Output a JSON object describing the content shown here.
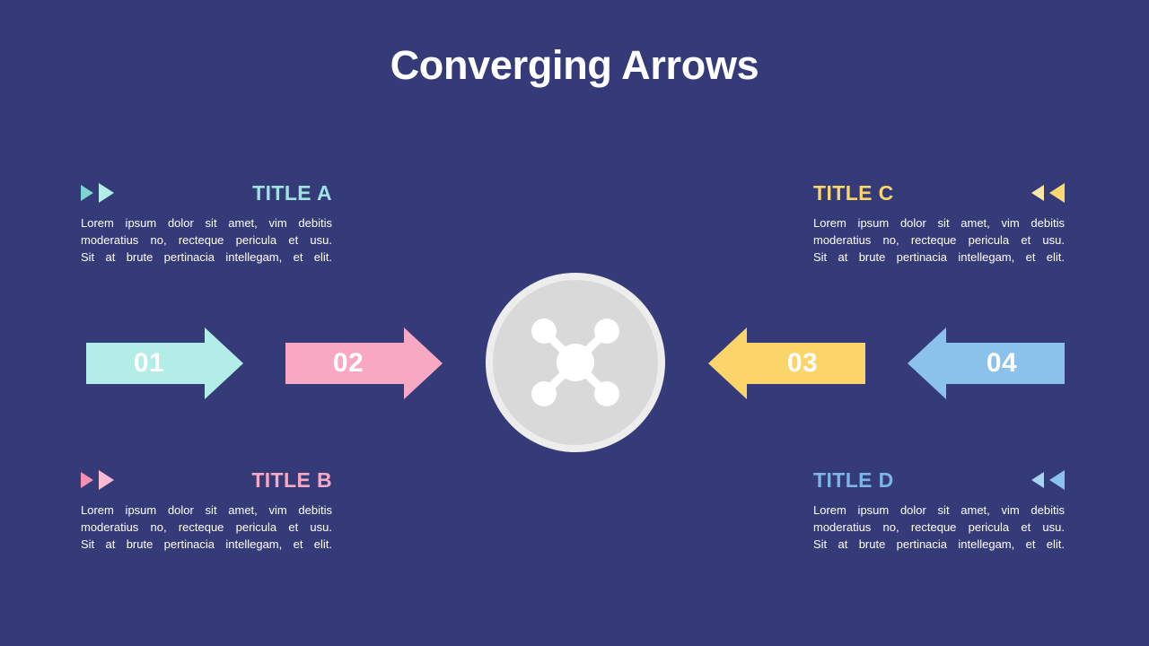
{
  "slide": {
    "title": "Converging Arrows",
    "background_color": "#343B78",
    "title_color": "#FFFFFF"
  },
  "center": {
    "icon": "network-hub-icon",
    "circle_fill": "#D9D9D9",
    "circle_ring": "#EDEDED",
    "icon_color": "#FFFFFF"
  },
  "body_text": {
    "line1": "Lorem ipsum dolor sit amet, vim debitis",
    "line2": "moderatius no, recteque pericula et usu.",
    "line3": "Sit at brute pertinacia intellegam, et elit."
  },
  "blocks": [
    {
      "id": "a",
      "title": "TITLE A",
      "color": "#9FE3DE",
      "marker_small_color": "#7FD4D0",
      "marker_large_color": "#B3EDE8",
      "direction": "right",
      "body": "Lorem ipsum dolor sit amet, vim debitis moderatius no, recteque pericula et usu. Sit at brute pertinacia intellegam, et elit."
    },
    {
      "id": "b",
      "title": "TITLE B",
      "color": "#F9A8C4",
      "marker_small_color": "#F58FB4",
      "marker_large_color": "#FBBBD2",
      "direction": "right",
      "body": "Lorem ipsum dolor sit amet, vim debitis moderatius no, recteque pericula et usu. Sit at brute pertinacia intellegam, et elit."
    },
    {
      "id": "c",
      "title": "TITLE C",
      "color": "#FBD46A",
      "marker_small_color": "#FBE5A8",
      "marker_large_color": "#FBD870",
      "direction": "left",
      "body": "Lorem ipsum dolor sit amet, vim debitis moderatius no, recteque pericula et usu. Sit at brute pertinacia intellegam, et elit."
    },
    {
      "id": "d",
      "title": "TITLE D",
      "color": "#7CB5E8",
      "marker_small_color": "#A9D1F0",
      "marker_large_color": "#8AC2EC",
      "direction": "left",
      "body": "Lorem ipsum dolor sit amet, vim debitis moderatius no, recteque pericula et usu. Sit at brute pertinacia intellegam, et elit."
    }
  ],
  "arrows": [
    {
      "id": "01",
      "number": "01",
      "color": "#B3EDE8",
      "direction": "right"
    },
    {
      "id": "02",
      "number": "02",
      "color": "#F9A8C4",
      "direction": "right"
    },
    {
      "id": "03",
      "number": "03",
      "color": "#FBD46A",
      "direction": "left"
    },
    {
      "id": "04",
      "number": "04",
      "color": "#8AC2EC",
      "direction": "left"
    }
  ]
}
